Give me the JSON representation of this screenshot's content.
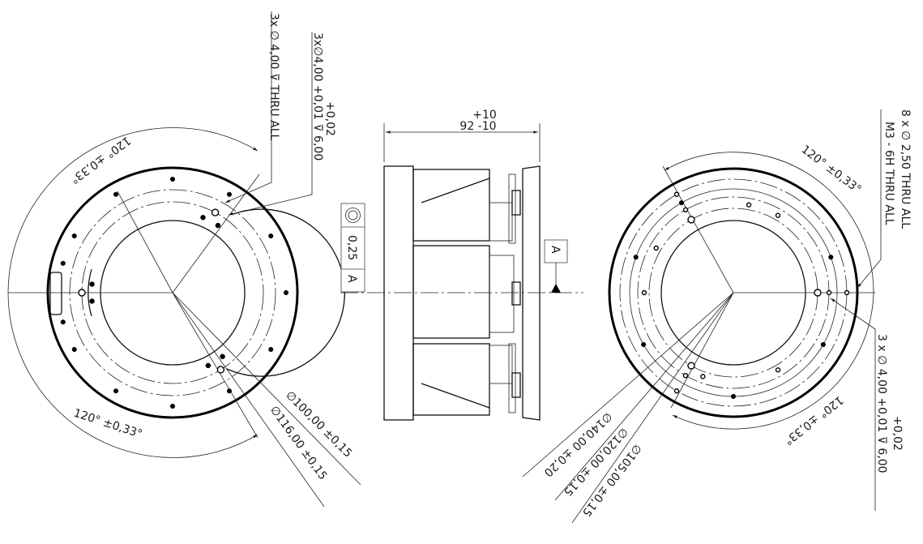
{
  "left_view": {
    "callout_thru": "3x ∅ 4,00 ⊽ THRU ALL",
    "callout_depth_main": "3x∅4,00 +0,01 ⊽ 6,00",
    "callout_depth_upper_tol": "+0,02",
    "angle_top": "120° ±0,33°",
    "angle_bottom": "120° ±0,33°",
    "dia_100": "∅100,00 ±0,15",
    "dia_116": "∅116,00 ±0,15"
  },
  "side_view": {
    "width_upper_tol": "+10",
    "width_main": "92 -10",
    "fcf_symbol": "◎",
    "fcf_tolerance": "0,25",
    "fcf_datum": "A",
    "datum_label": "A"
  },
  "right_view": {
    "callout_thread_1": "8 x ∅ 2,50 THRU ALL",
    "callout_thread_2": "M3 - 6H THRU ALL",
    "angle_top": "120° ±0,33°",
    "angle_bottom": "120° ±0,33°",
    "callout_pin_main": "3 x ∅ 4,00 +0,01 ⊽ 6,00",
    "callout_pin_upper_tol": "+0,02",
    "dia_140": "∅140,00 ±0,20",
    "dia_120": "∅120,00 ±0,15",
    "dia_105": "∅105,00 ±0,15"
  }
}
